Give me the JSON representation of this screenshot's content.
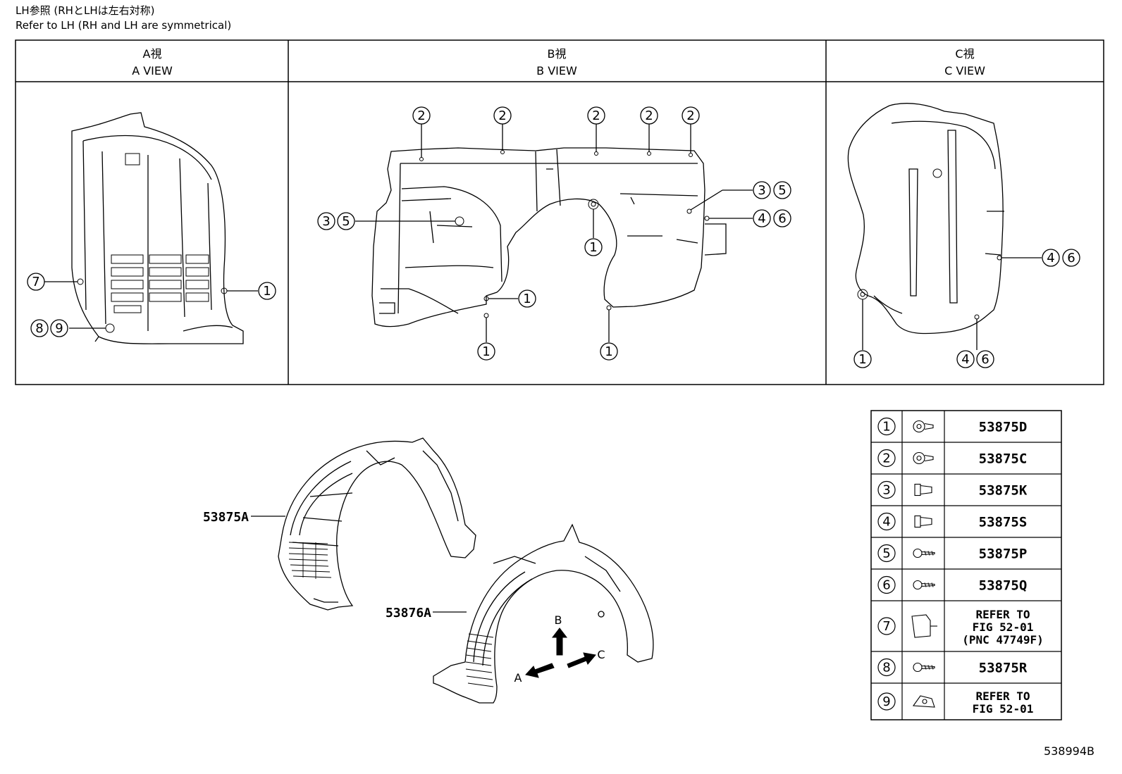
{
  "notes": {
    "line1": "LH参照 (RHとLHは左右対称)",
    "line2": "Refer to LH (RH and LH are symmetrical)"
  },
  "views": [
    {
      "jp": "A視",
      "en": "A VIEW"
    },
    {
      "jp": "B視",
      "en": "B VIEW"
    },
    {
      "jp": "C視",
      "en": "C VIEW"
    }
  ],
  "callouts": {
    "a_view": [
      "7",
      "1",
      "8",
      "9"
    ],
    "b_view": [
      "2",
      "2",
      "2",
      "2",
      "2",
      "3",
      "5",
      "3",
      "5",
      "4",
      "6",
      "1",
      "1",
      "1",
      "1"
    ],
    "c_view": [
      "4",
      "6",
      "1",
      "4",
      "6"
    ]
  },
  "parts": {
    "liner_front": "53875A",
    "liner_rear": "53876A",
    "dir_a": "A",
    "dir_b": "B",
    "dir_c": "C"
  },
  "fastener_table": [
    {
      "num": "1",
      "icon": "clip-icon",
      "part": "53875D"
    },
    {
      "num": "2",
      "icon": "clip-icon",
      "part": "53875C"
    },
    {
      "num": "3",
      "icon": "grommet-icon",
      "part": "53875K"
    },
    {
      "num": "4",
      "icon": "grommet-icon",
      "part": "53875S"
    },
    {
      "num": "5",
      "icon": "screw-icon",
      "part": "53875P"
    },
    {
      "num": "6",
      "icon": "screw-icon",
      "part": "53875Q"
    },
    {
      "num": "7",
      "icon": "bracket-icon",
      "part": "REFER TO\nFIG 52-01\n(PNC 47749F)"
    },
    {
      "num": "8",
      "icon": "screw-icon",
      "part": "53875R"
    },
    {
      "num": "9",
      "icon": "nut-clip-icon",
      "part": "REFER TO\nFIG 52-01"
    }
  ],
  "figure_id": "538994B"
}
